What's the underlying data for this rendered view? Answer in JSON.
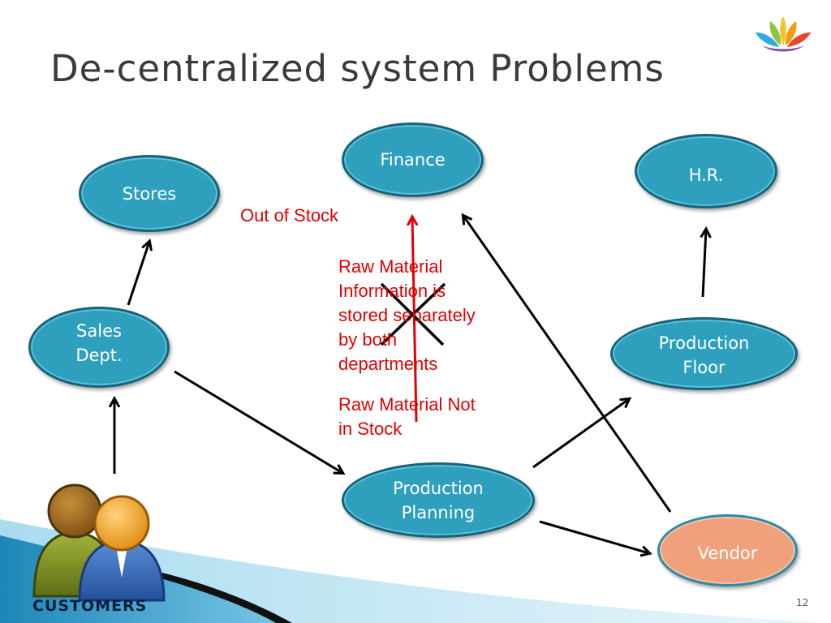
{
  "slide": {
    "title": "De-centralized system Problems",
    "page_number": "12"
  },
  "nodes": {
    "finance": "Finance",
    "stores": "Stores",
    "hr": "H.R.",
    "sales": "Sales\nDept.",
    "production_floor": "Production\nFloor",
    "production_planning": "Production\nPlanning",
    "vendor": "Vendor"
  },
  "annotations": {
    "out_of_stock": "Out of Stock",
    "raw_material_info": "Raw Material\nInformation is\nstored separately\nby both\ndepartments",
    "raw_material_not_in_stock": "Raw Material Not\nin Stock"
  },
  "customers_label": "CUSTOMERS",
  "colors": {
    "node_fill": "#2e9fbd",
    "node_border": "#17637a",
    "vendor_fill": "#f0a07a",
    "annotation_red": "#e30000",
    "title_gray": "#3a3a3a"
  }
}
